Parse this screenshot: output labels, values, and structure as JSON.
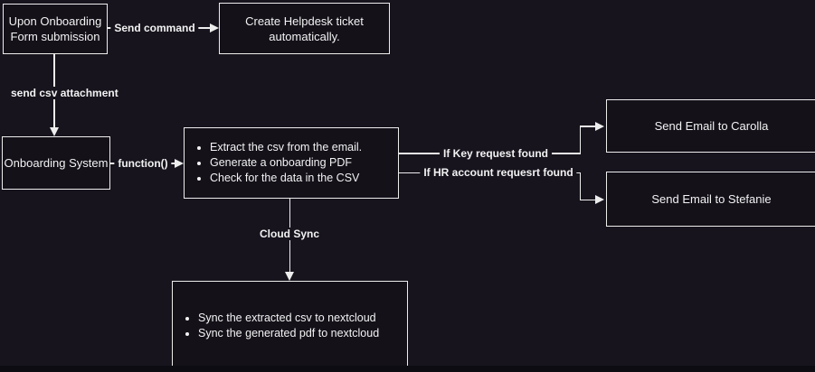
{
  "flowchart": {
    "colors": {
      "background": "#17141d",
      "bottom_strip": "#0e0c13",
      "node_fill": "#141119",
      "border": "#ededed",
      "text": "#f2f2f2"
    },
    "nodes": {
      "upon_onboarding": {
        "label": "Upon Onboarding\nForm submission"
      },
      "create_helpdesk": {
        "label": "Create Helpdesk ticket\nautomatically."
      },
      "onboarding_system": {
        "label": "Onboarding System"
      },
      "process": {
        "items": [
          "Extract the csv from the email.",
          "Generate a onboarding PDF",
          "Check for the data in the CSV"
        ]
      },
      "email_carolla": {
        "label": "Send Email to Carolla"
      },
      "email_stefanie": {
        "label": "Send Email to Stefanie"
      },
      "cloud_sync_tasks": {
        "items": [
          "Sync the extracted csv to nextcloud",
          "Sync the generated pdf to nextcloud"
        ]
      }
    },
    "edges": {
      "send_command": {
        "label": "Send command"
      },
      "send_csv_attachment": {
        "label": "send csv attachment"
      },
      "function_call": {
        "label": "function()"
      },
      "if_key_request": {
        "label": "If Key request found"
      },
      "if_hr_account": {
        "label": "If HR account requesrt found"
      },
      "cloud_sync": {
        "label": "Cloud Sync"
      }
    }
  }
}
